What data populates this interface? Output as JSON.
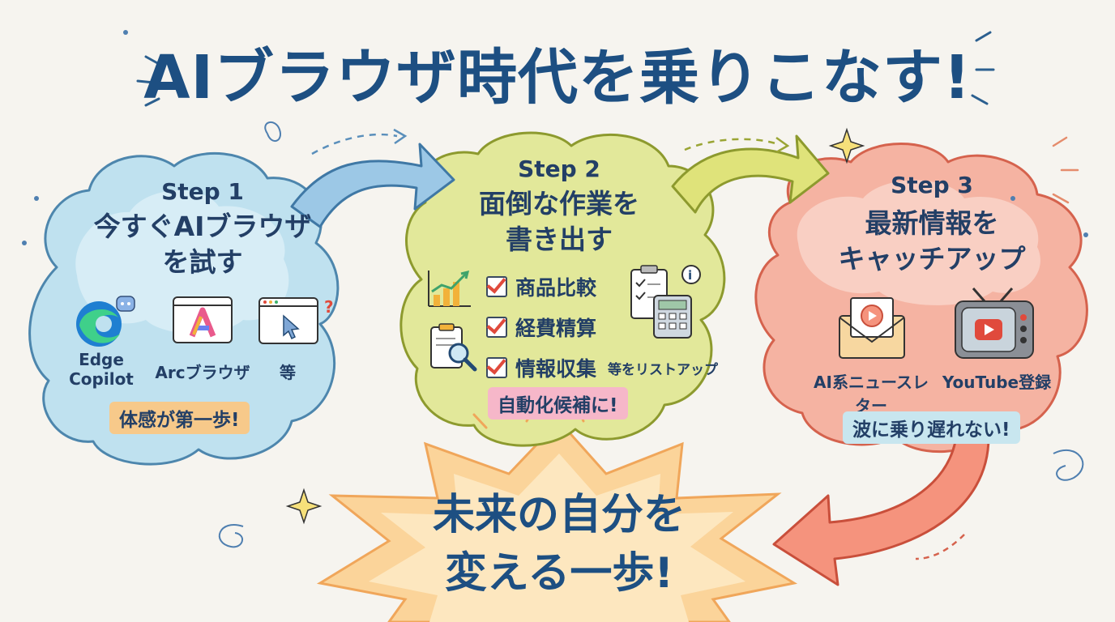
{
  "title": "AIブラウザ時代を乗りこなす!",
  "step1": {
    "label": "Step 1",
    "heading_line1": "今すぐAIブラウザ",
    "heading_line2": "を試す",
    "apps": [
      {
        "label_line1": "Edge",
        "label_line2": "Copilot",
        "icon": "edge-copilot-icon"
      },
      {
        "label_line1": "Arcブラウザ",
        "label_line2": "",
        "icon": "arc-browser-icon"
      },
      {
        "label_line1": "等",
        "label_line2": "",
        "icon": "browser-window-icon"
      }
    ],
    "highlight": "体感が第一歩!"
  },
  "step2": {
    "label": "Step 2",
    "heading_line1": "面倒な作業を",
    "heading_line2": "書き出す",
    "tasks": [
      "商品比較",
      "経費精算",
      "情報収集"
    ],
    "note": "等をリストアップ",
    "highlight": "自動化候補に!"
  },
  "step3": {
    "label": "Step 3",
    "heading_line1": "最新情報を",
    "heading_line2": "キャッチアップ",
    "sources": [
      {
        "label": "AI系ニュースレター",
        "icon": "newsletter-envelope-icon"
      },
      {
        "label": "YouTube登録",
        "icon": "youtube-tv-icon"
      }
    ],
    "highlight": "波に乗り遅れない!"
  },
  "finale": {
    "line1": "未来の自分を",
    "line2": "変える一歩!"
  },
  "colors": {
    "title": "#1d4f82",
    "step1_cloud": "#bfe1ef",
    "step2_cloud": "#e2e89a",
    "step3_cloud": "#f5b3a2",
    "burst": "#fbd49a",
    "accent_red": "#e04a3c"
  }
}
